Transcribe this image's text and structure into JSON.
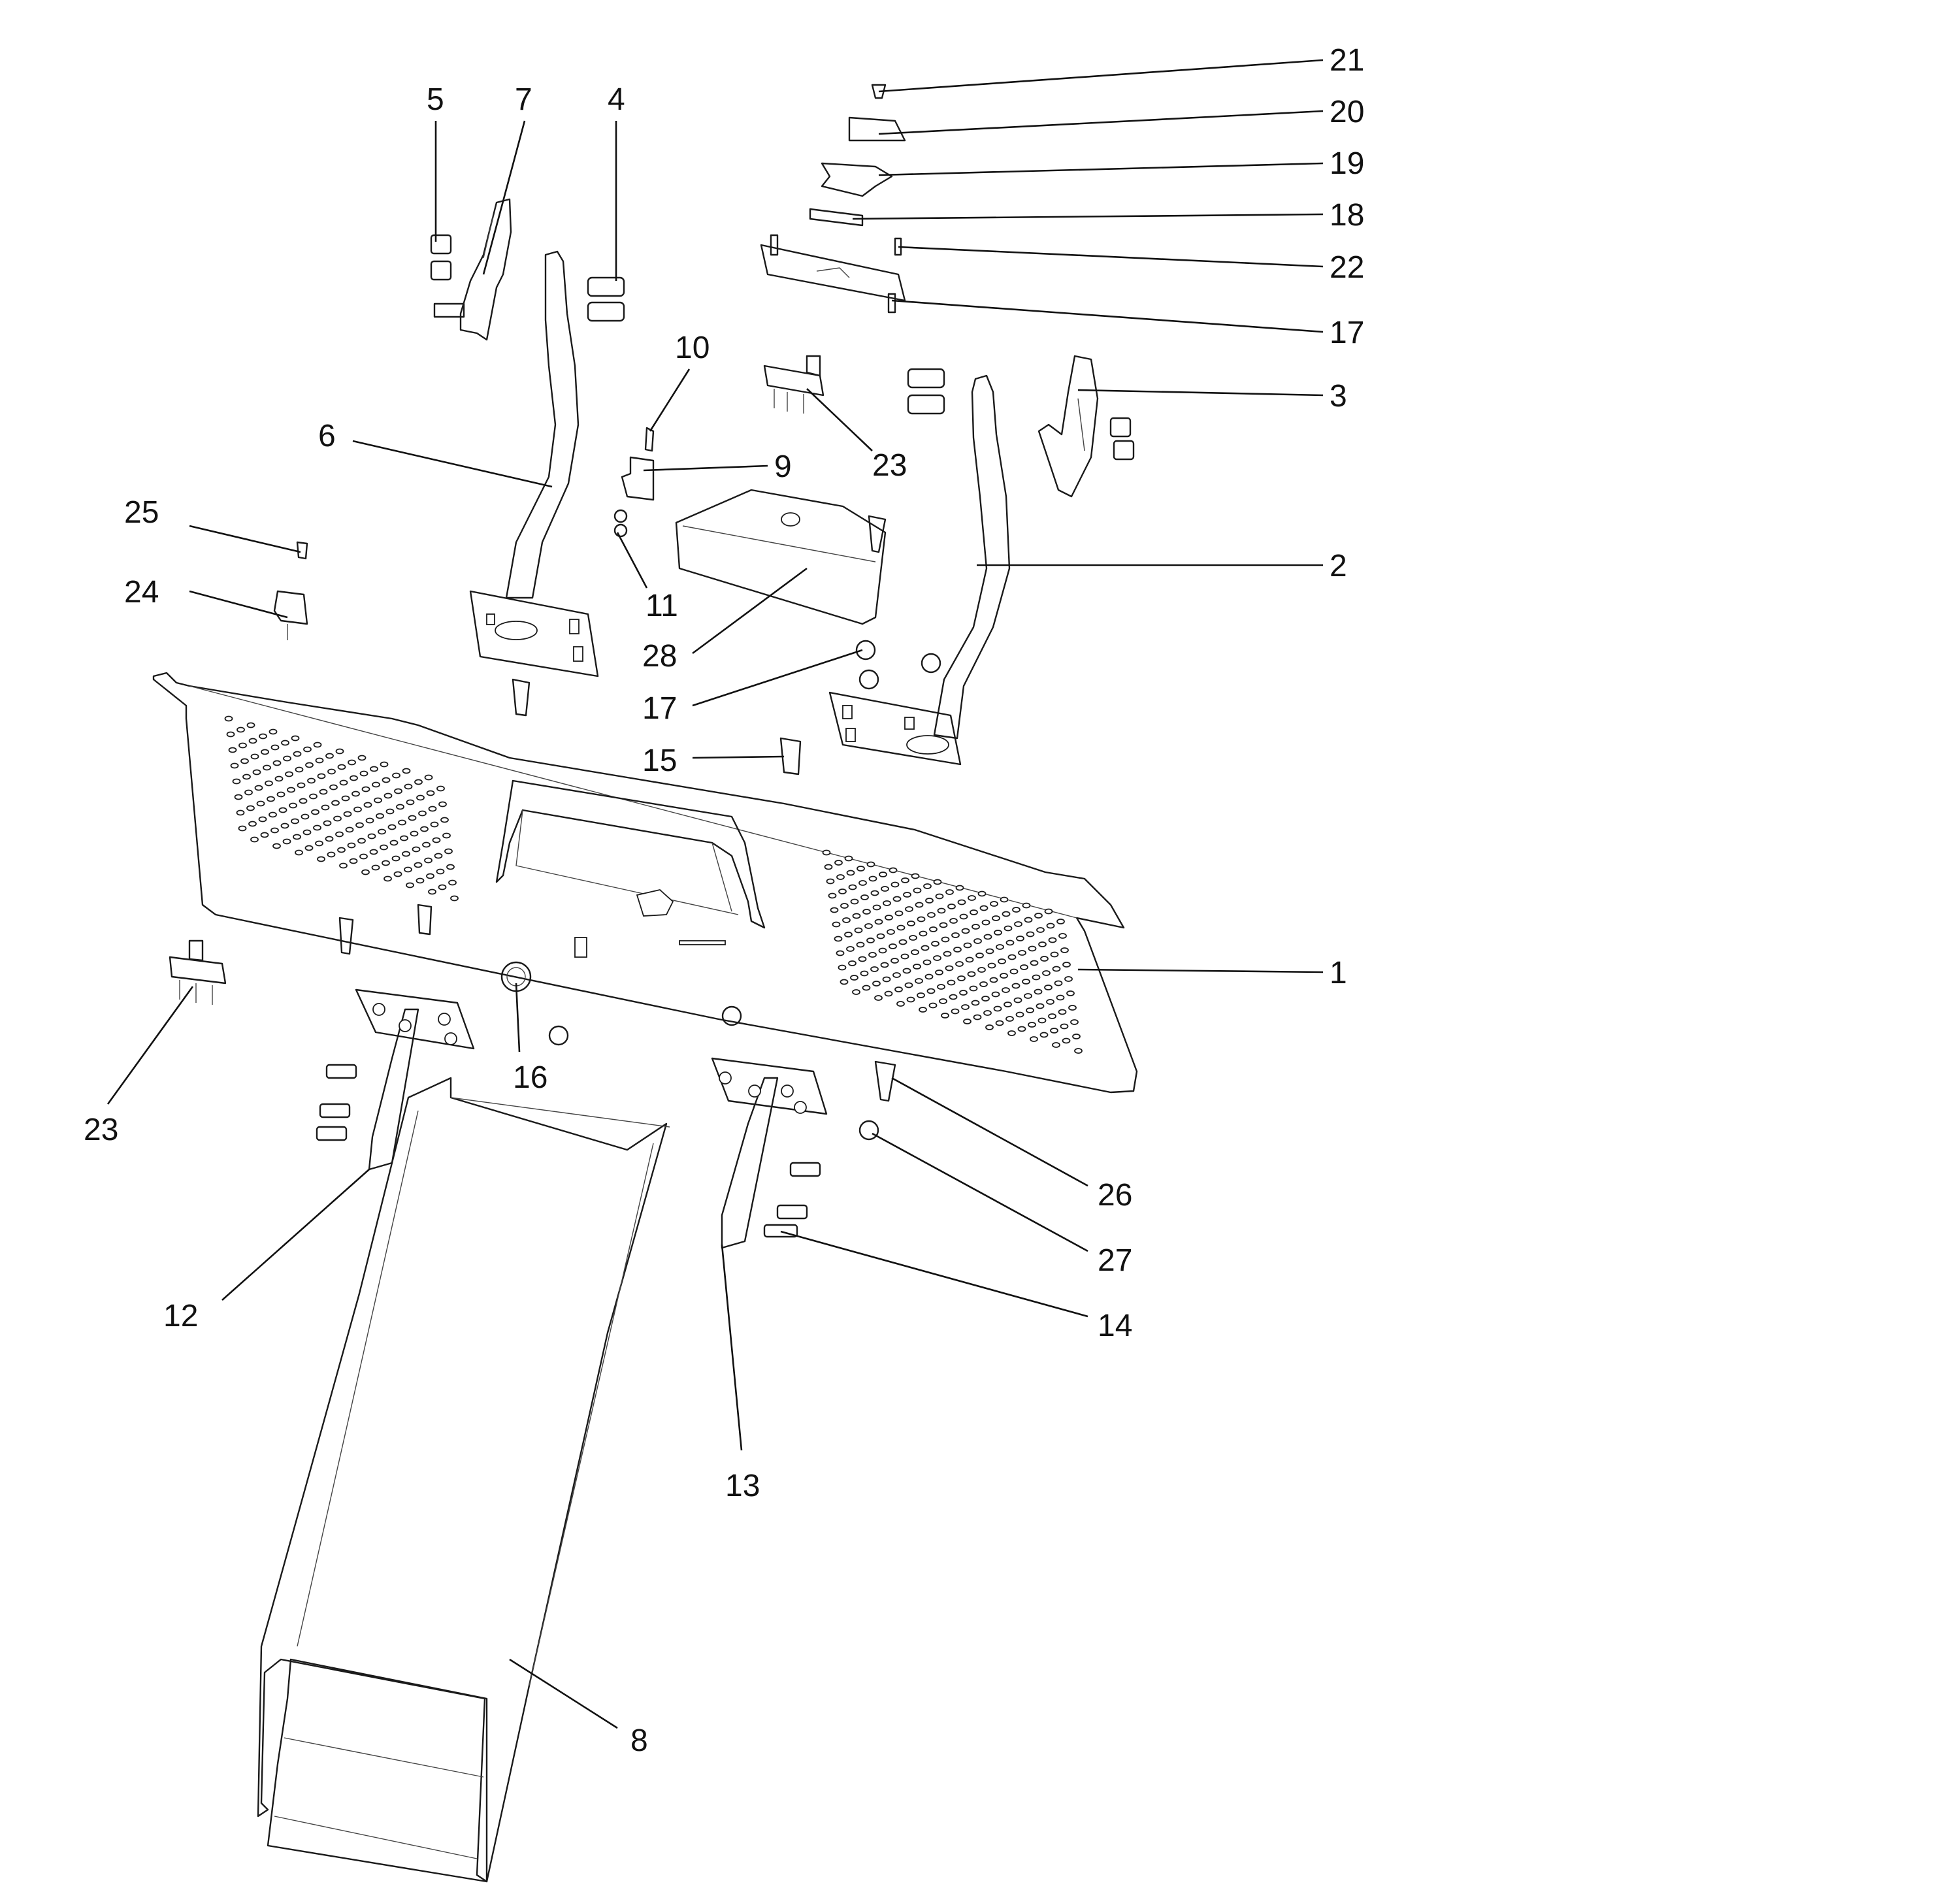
{
  "diagram": {
    "type": "exploded-parts-diagram",
    "callouts": [
      {
        "id": "c21",
        "label": "21"
      },
      {
        "id": "c20",
        "label": "20"
      },
      {
        "id": "c19",
        "label": "19"
      },
      {
        "id": "c18",
        "label": "18"
      },
      {
        "id": "c22",
        "label": "22"
      },
      {
        "id": "c17a",
        "label": "17"
      },
      {
        "id": "c3",
        "label": "3"
      },
      {
        "id": "c2",
        "label": "2"
      },
      {
        "id": "c23a",
        "label": "23"
      },
      {
        "id": "c9",
        "label": "9"
      },
      {
        "id": "c10",
        "label": "10"
      },
      {
        "id": "c5",
        "label": "5"
      },
      {
        "id": "c7",
        "label": "7"
      },
      {
        "id": "c4",
        "label": "4"
      },
      {
        "id": "c6",
        "label": "6"
      },
      {
        "id": "c25",
        "label": "25"
      },
      {
        "id": "c24",
        "label": "24"
      },
      {
        "id": "c11",
        "label": "11"
      },
      {
        "id": "c28",
        "label": "28"
      },
      {
        "id": "c17b",
        "label": "17"
      },
      {
        "id": "c15",
        "label": "15"
      },
      {
        "id": "c1",
        "label": "1"
      },
      {
        "id": "c16",
        "label": "16"
      },
      {
        "id": "c23b",
        "label": "23"
      },
      {
        "id": "c12",
        "label": "12"
      },
      {
        "id": "c26",
        "label": "26"
      },
      {
        "id": "c27",
        "label": "27"
      },
      {
        "id": "c14",
        "label": "14"
      },
      {
        "id": "c13",
        "label": "13"
      },
      {
        "id": "c8",
        "label": "8"
      }
    ]
  }
}
